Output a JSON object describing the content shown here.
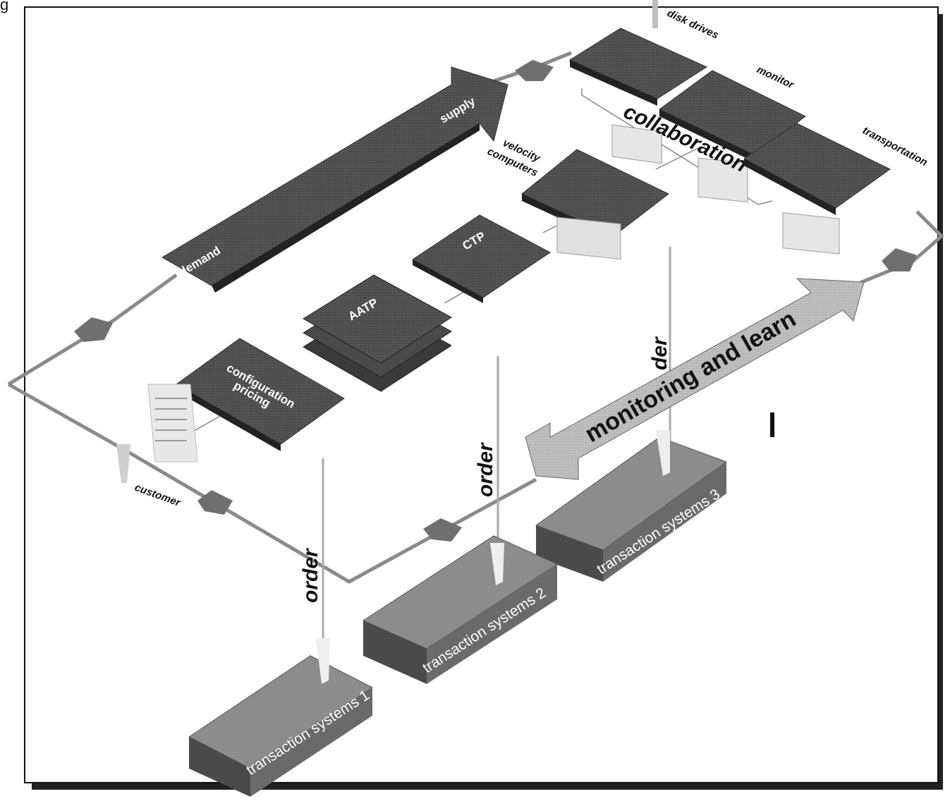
{
  "caption": "g",
  "labels": {
    "disk_drives": "disk drives",
    "monitor": "monitor",
    "transportation": "transportation",
    "collaboration": "collaboration",
    "velocity_computers_line1": "velocity",
    "velocity_computers_line2": "computers",
    "supply": "supply",
    "demand": "demand",
    "ctp": "CTP",
    "aatp": "AATP",
    "configuration": "configuration",
    "pricing": "pricing",
    "customer": "customer",
    "monitoring": "monitoring and learn",
    "order_1": "order",
    "order_2": "order",
    "order_3": "der",
    "ts1": "transaction systems 1",
    "ts2": "transaction systems 2",
    "ts3": "transaction systems 3"
  },
  "colors": {
    "tile_dark": "#4a4a4a",
    "tile_mid": "#6a6a6a",
    "arrow_band": "#555555",
    "monitor_band": "#b5b5b5",
    "box_top": "#8a8a8a",
    "box_front": "#5a5a5a",
    "loop_line": "#8a8a8a"
  }
}
